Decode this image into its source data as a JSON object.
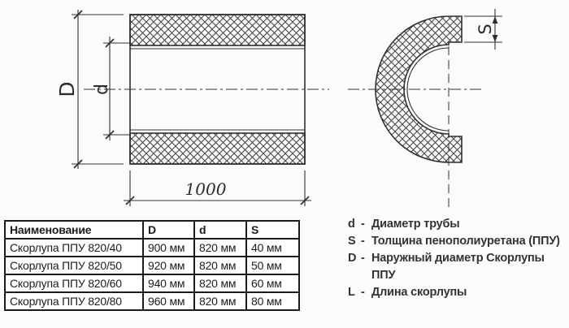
{
  "drawing": {
    "side_view": {
      "outer_diameter_label": "D",
      "inner_diameter_label": "d",
      "length_value": "1000"
    },
    "section_view": {
      "thickness_label": "S"
    }
  },
  "table": {
    "headers": [
      "Наименование",
      "D",
      "d",
      "S"
    ],
    "rows": [
      [
        "Скорлупа ППУ 820/40",
        "900 мм",
        "820 мм",
        "40 мм"
      ],
      [
        "Скорлупа ППУ 820/50",
        "920 мм",
        "820 мм",
        "50 мм"
      ],
      [
        "Скорлупа ППУ 820/60",
        "940 мм",
        "820 мм",
        "60 мм"
      ],
      [
        "Скорлупа ППУ 820/80",
        "960 мм",
        "820 мм",
        "80 мм"
      ]
    ]
  },
  "legend": {
    "separator": "-",
    "items": [
      {
        "symbol": "d",
        "description": "Диаметр трубы"
      },
      {
        "symbol": "S",
        "description": "Толщина пенополиуретана (ППУ)"
      },
      {
        "symbol": "D",
        "description": "Наружный диаметр Скорлупы ППУ"
      },
      {
        "symbol": "L",
        "description": "Длина скорлупы"
      }
    ]
  },
  "colors": {
    "line": "#2f2f2f",
    "hatch": "#454545",
    "table_border": "#1b1b1b",
    "text": "#1c1c1c",
    "background": "#fcfcfc"
  }
}
